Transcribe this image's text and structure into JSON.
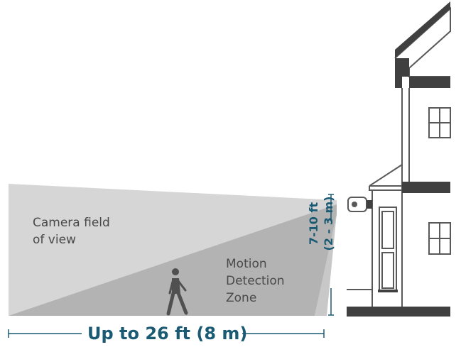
{
  "labels": {
    "camera_fov": [
      "Camera field",
      "of view"
    ],
    "motion_zone": [
      "Motion",
      "Detection",
      "Zone"
    ],
    "height_range": [
      "7-10 ft",
      "(2 - 3 m)"
    ],
    "distance": "Up to 26 ft (8 m)"
  },
  "colors": {
    "fov_fill": "#d6d6d6",
    "motion_fill": "#b3b3b3",
    "house_dark": "#404040",
    "house_line": "#595959",
    "accent_text": "#1b5a73",
    "body_text": "#4a4a4a"
  },
  "icons": [
    "camera-icon",
    "walking-person-icon"
  ]
}
